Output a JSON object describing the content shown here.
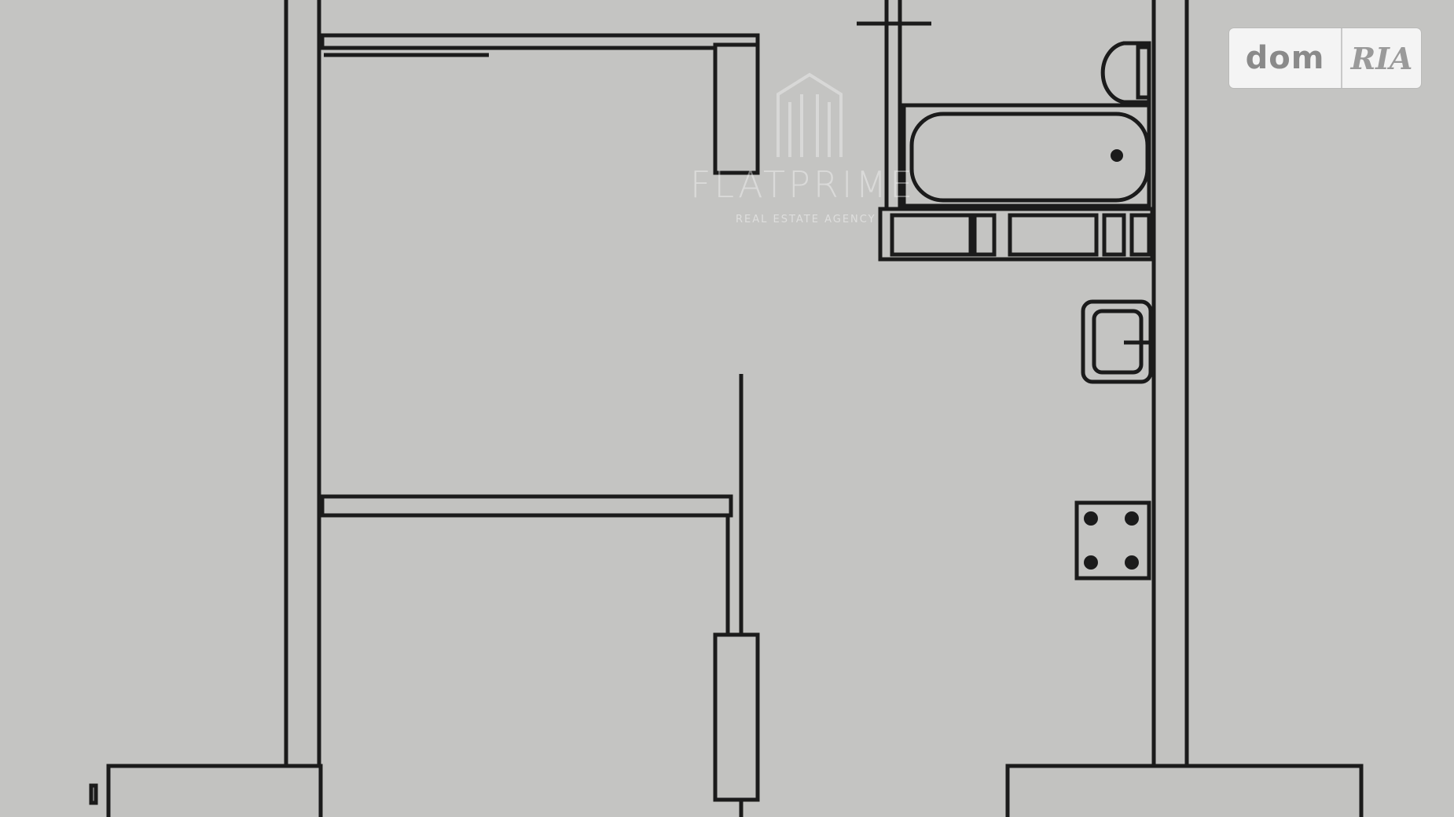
{
  "watermark": {
    "brand": "FLATPRIME",
    "tagline": "REAL ESTATE AGENCY"
  },
  "logo": {
    "left": "dom",
    "right": "RIA"
  },
  "colors": {
    "background": "#c4c4c2",
    "lines": "#1b1b1b"
  }
}
